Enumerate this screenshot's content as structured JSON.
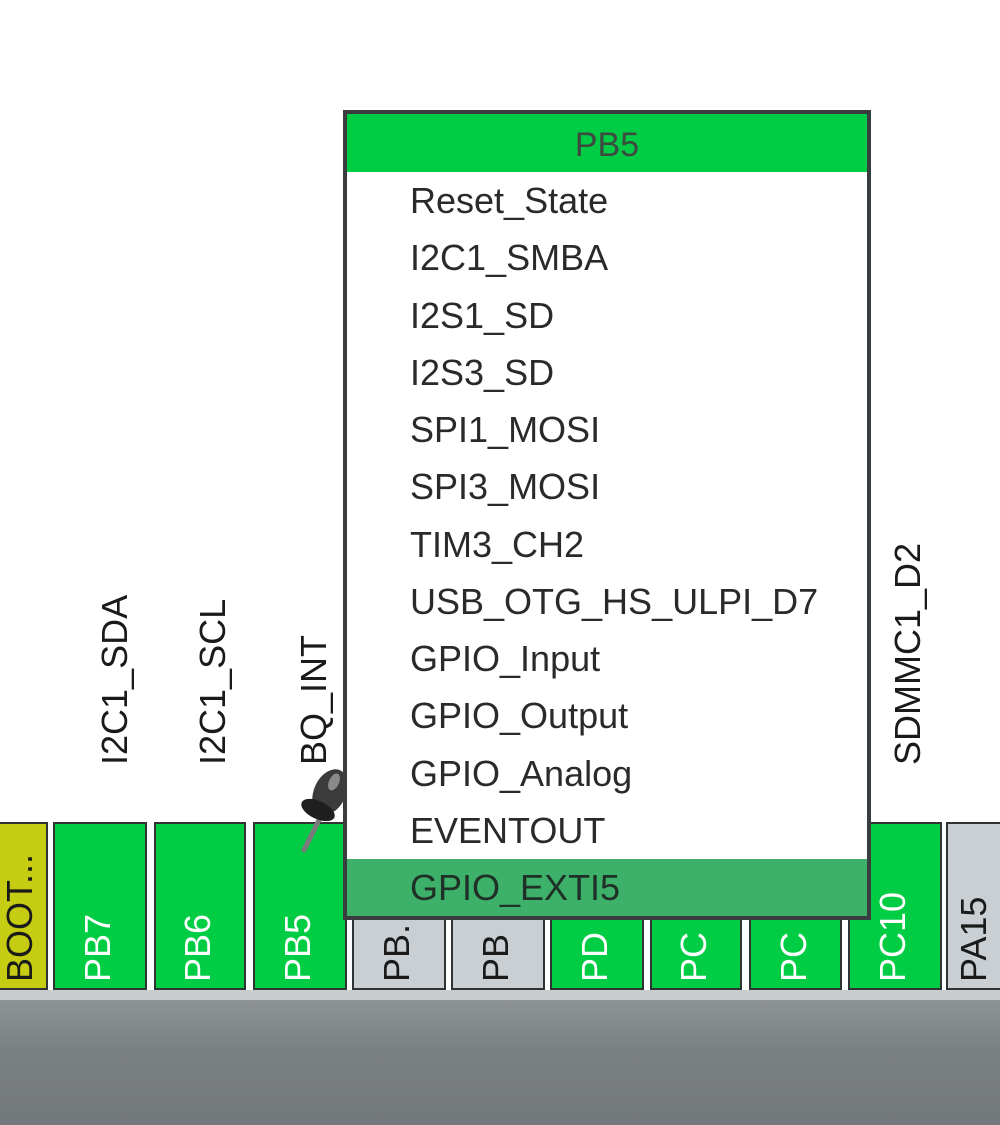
{
  "popup": {
    "title": "PB5",
    "items": [
      "Reset_State",
      "I2C1_SMBA",
      "I2S1_SD",
      "I2S3_SD",
      "SPI1_MOSI",
      "SPI3_MOSI",
      "TIM3_CH2",
      "USB_OTG_HS_ULPI_D7",
      "GPIO_Input",
      "GPIO_Output",
      "GPIO_Analog",
      "EVENTOUT",
      "GPIO_EXTI5"
    ],
    "selected_item": "GPIO_EXTI5"
  },
  "pins": [
    {
      "label": "BOOT...",
      "state": "yellow"
    },
    {
      "label": "PB7",
      "state": "green"
    },
    {
      "label": "PB6",
      "state": "green"
    },
    {
      "label": "PB5",
      "state": "green"
    },
    {
      "label": "PB.",
      "state": "gray"
    },
    {
      "label": "PB",
      "state": "gray"
    },
    {
      "label": "PD",
      "state": "green"
    },
    {
      "label": "PC",
      "state": "green"
    },
    {
      "label": "PC",
      "state": "green"
    },
    {
      "label": "PC10",
      "state": "green"
    },
    {
      "label": "PA15",
      "state": "gray"
    }
  ],
  "signals": {
    "pb7": "I2C1_SDA",
    "pb6": "I2C1_SCL",
    "pb5": "BQ_INT",
    "pc10": "SDMMC1_D2"
  },
  "colors": {
    "assigned": "#00cc44",
    "unassigned": "#c9cfd3",
    "boot": "#c6cc12",
    "selected": "#3db06a"
  }
}
